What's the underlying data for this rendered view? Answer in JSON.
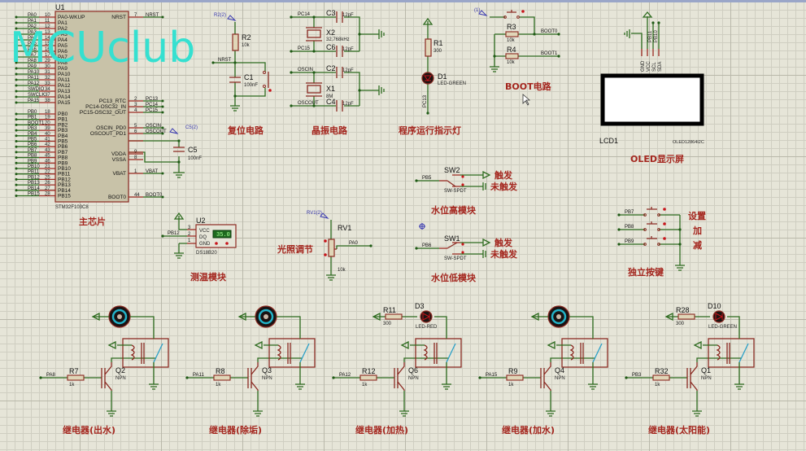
{
  "watermark": "MCUclub",
  "mcu": {
    "ref": "U1",
    "part": "STM32F103C8",
    "section_title": "主芯片",
    "left_pins": [
      {
        "net": "PA0",
        "num": "10",
        "name": "PA0-WKUP"
      },
      {
        "net": "PA1",
        "num": "11",
        "name": "PA1"
      },
      {
        "net": "PA2",
        "num": "12",
        "name": "PA2"
      },
      {
        "net": "PA3",
        "num": "13",
        "name": "PA3"
      },
      {
        "net": "PA4",
        "num": "14",
        "name": "PA4"
      },
      {
        "net": "PA5",
        "num": "15",
        "name": "PA5"
      },
      {
        "net": "PA6",
        "num": "16",
        "name": "PA6"
      },
      {
        "net": "PA7",
        "num": "17",
        "name": "PA7"
      },
      {
        "net": "PA8",
        "num": "29",
        "name": "PA8"
      },
      {
        "net": "PA9",
        "num": "30",
        "name": "PA9"
      },
      {
        "net": "PA10",
        "num": "31",
        "name": "PA10"
      },
      {
        "net": "PA11",
        "num": "32",
        "name": "PA11"
      },
      {
        "net": "PA12",
        "num": "33",
        "name": "PA12"
      },
      {
        "net": "SWDIO",
        "num": "34",
        "name": "PA13"
      },
      {
        "net": "SWCLK",
        "num": "37",
        "name": "PA14"
      },
      {
        "net": "PA15",
        "num": "38",
        "name": "PA15"
      },
      {
        "net": "PB0",
        "num": "18",
        "name": "PB0"
      },
      {
        "net": "PB1",
        "num": "19",
        "name": "PB1"
      },
      {
        "net": "BOOT1",
        "num": "20",
        "name": "PB2"
      },
      {
        "net": "PB3",
        "num": "39",
        "name": "PB3"
      },
      {
        "net": "PB4",
        "num": "40",
        "name": "PB4"
      },
      {
        "net": "PB5",
        "num": "41",
        "name": "PB5"
      },
      {
        "net": "PB6",
        "num": "42",
        "name": "PB6"
      },
      {
        "net": "PB7",
        "num": "43",
        "name": "PB7"
      },
      {
        "net": "PB8",
        "num": "45",
        "name": "PB8"
      },
      {
        "net": "PB9",
        "num": "46",
        "name": "PB9"
      },
      {
        "net": "PB10",
        "num": "21",
        "name": "PB10"
      },
      {
        "net": "PB11",
        "num": "22",
        "name": "PB11"
      },
      {
        "net": "PB12",
        "num": "25",
        "name": "PB12"
      },
      {
        "net": "PB13",
        "num": "26",
        "name": "PB13"
      },
      {
        "net": "PB14",
        "num": "27",
        "name": "PB14"
      },
      {
        "net": "PB15",
        "num": "28",
        "name": "PB15"
      }
    ],
    "right_pins": [
      {
        "net": "NRST",
        "num": "7",
        "name": "NRST"
      },
      {
        "net": "PC13",
        "num": "2",
        "name": "PC13_RTC"
      },
      {
        "net": "PC14",
        "num": "3",
        "name": "PC14-OSC32_IN"
      },
      {
        "net": "PC15",
        "num": "4",
        "name": "PC15-OSC32_OUT"
      },
      {
        "net": "OSCIN",
        "num": "5",
        "name": "OSCIN_PD0"
      },
      {
        "net": "OSCOUT",
        "num": "6",
        "name": "OSCOUT_PD1"
      },
      {
        "net": "",
        "num": "9",
        "name": "VDDA"
      },
      {
        "net": "",
        "num": "8",
        "name": "VSSA"
      },
      {
        "net": "VBAT",
        "num": "1",
        "name": "VBAT"
      },
      {
        "net": "BOOT0",
        "num": "44",
        "name": "BOOT0"
      }
    ],
    "c5": {
      "ref": "C5",
      "value": "100nF",
      "probe": "C5(2)"
    }
  },
  "reset": {
    "title": "复位电路",
    "r_ref": "R2",
    "r_val": "10k",
    "c_ref": "C1",
    "c_val": "100nF",
    "net": "NRST",
    "probe": "R2(2)"
  },
  "crystal": {
    "title": "晶振电路",
    "x2": {
      "ref": "X2",
      "val": "32.768kHz"
    },
    "x1": {
      "ref": "X1",
      "val": "8M"
    },
    "caps": [
      {
        "ref": "C3",
        "val": "12pF"
      },
      {
        "ref": "C6",
        "val": "12pF"
      },
      {
        "ref": "C2",
        "val": "12pF"
      },
      {
        "ref": "C4",
        "val": "12pF"
      }
    ],
    "nets": [
      "PC14",
      "PC15",
      "OSCIN",
      "OSCOUT"
    ]
  },
  "run_led": {
    "title": "程序运行指示灯",
    "r_ref": "R1",
    "r_val": "300",
    "d_ref": "D1",
    "d_val": "LED-GREEN",
    "net": "PC13"
  },
  "boot": {
    "title": "BOOT电路",
    "probe": "(1)",
    "r3": {
      "ref": "R3",
      "val": "10k"
    },
    "r4": {
      "ref": "R4",
      "val": "10k"
    },
    "nets": [
      "BOOT0",
      "BOOT1"
    ]
  },
  "oled": {
    "title": "OLED显示屏",
    "ref": "LCD1",
    "part": "OLED12864I2C",
    "pins": [
      "GND",
      "VCC",
      "SCL",
      "SDA"
    ],
    "nets": [
      "PB11",
      "PB10"
    ]
  },
  "temp": {
    "title": "测温模块",
    "ref": "U2",
    "part": "DS18B20",
    "reading": "35.0",
    "net": "PB12",
    "pins": [
      {
        "n": "3",
        "name": "VCC"
      },
      {
        "n": "2",
        "name": "DQ"
      },
      {
        "n": "1",
        "name": "GND"
      }
    ]
  },
  "light": {
    "title": "光照调节",
    "ref": "RV1",
    "val": "10k",
    "probe": "RV1(2)",
    "net": "PA0"
  },
  "water_high": {
    "title": "水位高模块",
    "ref": "SW2",
    "part": "SW-SPDT",
    "net": "PB5",
    "opt_on": "触发",
    "opt_off": "未触发"
  },
  "water_low": {
    "title": "水位低模块",
    "ref": "SW1",
    "part": "SW-SPDT",
    "net": "PB6",
    "opt_on": "触发",
    "opt_off": "未触发"
  },
  "keys": {
    "title": "独立按键",
    "items": [
      {
        "net": "PB7",
        "label": "设置"
      },
      {
        "net": "PB8",
        "label": "加"
      },
      {
        "net": "PB9",
        "label": "减"
      }
    ]
  },
  "relays": [
    {
      "title": "继电器(出水)",
      "net": "PA8",
      "r_ref": "R7",
      "r_val": "1k",
      "q_ref": "Q2",
      "q_type": "NPN",
      "load": "motor"
    },
    {
      "title": "继电器(除垢)",
      "net": "PA11",
      "r_ref": "R8",
      "r_val": "1k",
      "q_ref": "Q3",
      "q_type": "NPN",
      "load": "motor"
    },
    {
      "title": "继电器(加热)",
      "net": "PA12",
      "r_ref": "R12",
      "r_val": "1k",
      "q_ref": "Q6",
      "q_type": "NPN",
      "load": "led",
      "lr_ref": "R11",
      "lr_val": "300",
      "ld_ref": "D3",
      "ld_val": "LED-RED"
    },
    {
      "title": "继电器(加水)",
      "net": "PA15",
      "r_ref": "R9",
      "r_val": "1k",
      "q_ref": "Q4",
      "q_type": "NPN",
      "load": "motor"
    },
    {
      "title": "继电器(太阳能)",
      "net": "PB3",
      "r_ref": "R32",
      "r_val": "1k",
      "q_ref": "Q1",
      "q_type": "NPN",
      "load": "led",
      "lr_ref": "R28",
      "lr_val": "300",
      "ld_ref": "D10",
      "ld_val": "LED-GREEN"
    }
  ]
}
